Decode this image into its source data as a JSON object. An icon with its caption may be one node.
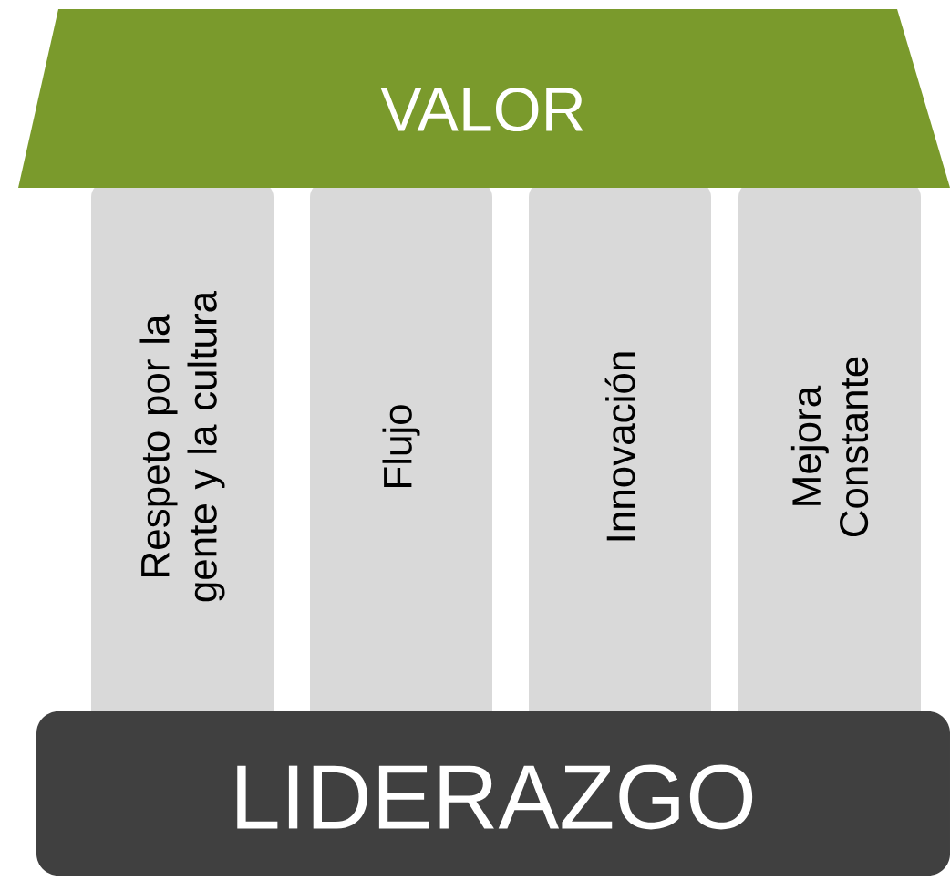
{
  "diagram": {
    "nodes": [
      {
        "text": [
          "VALOR"
        ]
      },
      {
        "text": [
          "Respeto por la gente y la cultura"
        ]
      },
      {
        "text": [
          "Flujo"
        ]
      },
      {
        "text": [
          "Innovación"
        ]
      },
      {
        "text": [
          "Mejora Constante"
        ]
      },
      {
        "text": [
          "LIDERAZGO"
        ]
      }
    ]
  }
}
